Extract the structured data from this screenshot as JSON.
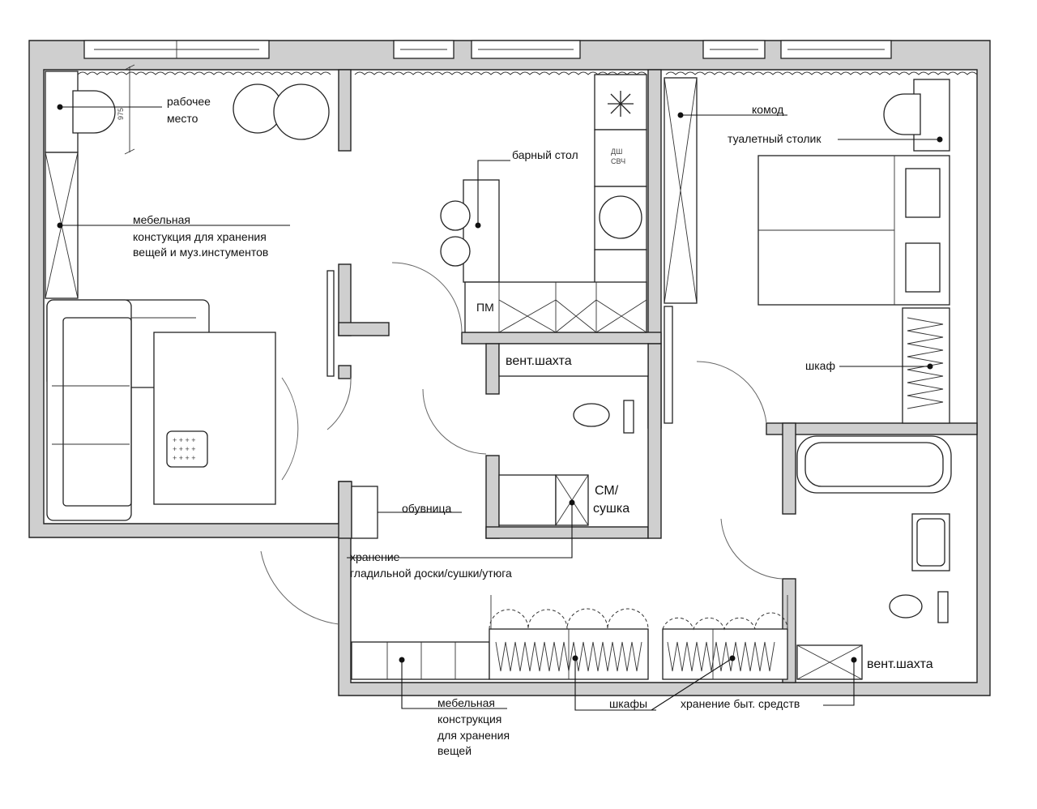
{
  "labels": {
    "workplace_1": "рабочее",
    "workplace_2": "место",
    "dim_975": "975",
    "living_storage_1": "мебельная",
    "living_storage_2": "констукция для хранения",
    "living_storage_3": "вещей и муз.инстументов",
    "bar_table": "барный стол",
    "pm": "ПМ",
    "dw_1": "ДШ",
    "dw_2": "СВЧ",
    "vent_1": "вент.шахта",
    "vent_2": "вент.шахта",
    "washer_1": "СМ/",
    "washer_2": "сушка",
    "shoe_rack": "обувница",
    "ironing_1": "хранение",
    "ironing_2": "гладильной доски/сушки/утюга",
    "hall_storage_1": "мебельная",
    "hall_storage_2": "конструкция",
    "hall_storage_3": "для хранения",
    "hall_storage_4": "вещей",
    "wardrobes": "шкафы",
    "household": "хранение быт. средств",
    "dresser": "комод",
    "vanity": "туалетный столик",
    "closet": "шкаф"
  }
}
